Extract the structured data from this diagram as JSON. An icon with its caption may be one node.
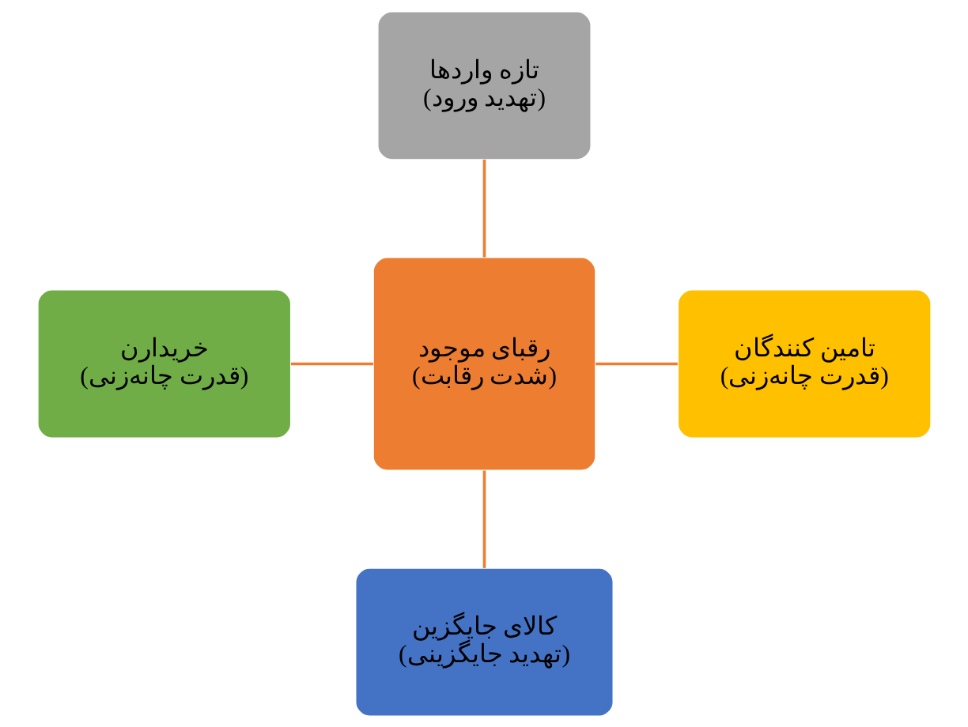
{
  "diagram": {
    "nodes": [
      {
        "text": [
          "تازه واردها",
          "(تهدید ورود)"
        ]
      },
      {
        "text": [
          "خریدارن",
          "(قدرت چانه‌زنی)"
        ]
      },
      {
        "text": [
          "رقبای موجود",
          "(شدت رقابت)"
        ]
      },
      {
        "text": [
          "تامین کنندگان",
          "(قدرت چانه‌زنی)"
        ]
      },
      {
        "text": [
          "کالای جایگزین",
          "(تهدید جایگزینی)"
        ]
      }
    ],
    "edges": [
      {
        "from": 0,
        "to": 2,
        "arrow": "none"
      },
      {
        "from": 1,
        "to": 2,
        "arrow": "none"
      },
      {
        "from": 2,
        "to": 3,
        "arrow": "none"
      },
      {
        "from": 2,
        "to": 4,
        "arrow": "none"
      }
    ]
  }
}
